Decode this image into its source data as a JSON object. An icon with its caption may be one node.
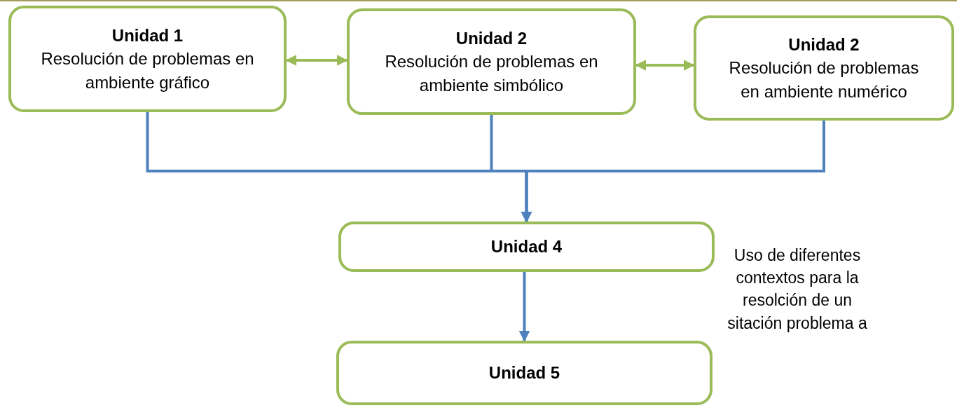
{
  "diagram": {
    "nodes": [
      {
        "text": [
          "Unidad 1",
          "Resolución de problemas en ambiente gráfico"
        ]
      },
      {
        "text": [
          "Unidad 2",
          "Resolución de problemas en ambiente simbólico"
        ]
      },
      {
        "text": [
          "Unidad 2",
          "Resolución de problemas en ambiente numérico"
        ]
      },
      {
        "text": [
          "Unidad 4"
        ]
      },
      {
        "text": [
          "Unidad 5"
        ]
      }
    ],
    "edges": [
      {
        "from": 0,
        "to": 1,
        "arrow": "both",
        "color": "#9bbb59"
      },
      {
        "from": 1,
        "to": 2,
        "arrow": "both",
        "color": "#9bbb59"
      },
      {
        "from": 0,
        "to": 3,
        "arrow": "to"
      },
      {
        "from": 1,
        "to": 3,
        "arrow": "to"
      },
      {
        "from": 2,
        "to": 3,
        "arrow": "to"
      },
      {
        "from": 3,
        "to": 4,
        "arrow": "to"
      }
    ],
    "labels": [
      "Uso de diferentes contextos para la resolción de un sitación problema a"
    ]
  }
}
